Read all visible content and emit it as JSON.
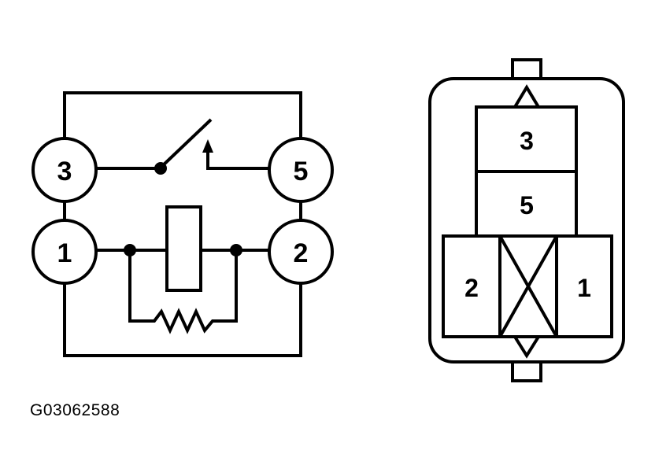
{
  "schematic": {
    "pins": {
      "pin3": "3",
      "pin5": "5",
      "pin1": "1",
      "pin2": "2"
    }
  },
  "connector": {
    "cells": {
      "cell3": "3",
      "cell5": "5",
      "cell2": "2",
      "cell1": "1"
    }
  },
  "figure_code": "G03062588",
  "colors": {
    "line": "#000000",
    "background": "#ffffff"
  }
}
